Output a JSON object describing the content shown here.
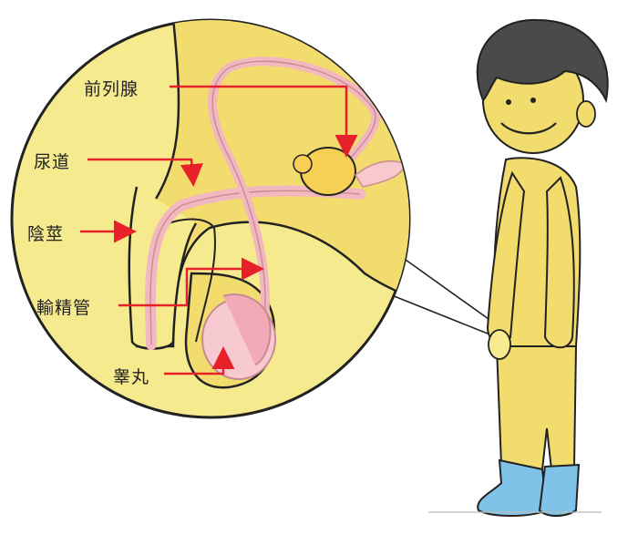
{
  "labels": {
    "prostate": "前列腺",
    "urethra": "尿道",
    "penis": "陰莖",
    "vas_deferens": "輸精管",
    "testis": "睾丸"
  },
  "colors": {
    "inset_fill": "#f6ea8e",
    "body_fill": "#f3dc6e",
    "outline": "#222222",
    "tube": "#f2b8bf",
    "arrow": "#e8202a",
    "socks": "#7fc4e8",
    "hair": "#4a4a4a"
  }
}
